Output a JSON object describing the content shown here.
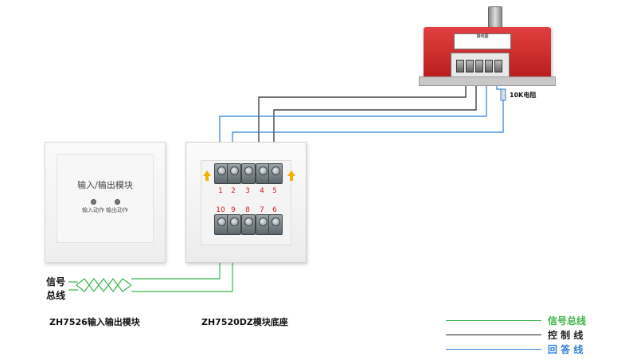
{
  "module": {
    "title": "输入/输出模块",
    "led_input_label": "输入动作",
    "led_output_label": "输出动作",
    "caption": "ZH7526输入输出模块"
  },
  "base": {
    "top_terminals": [
      "1",
      "2",
      "3",
      "4",
      "5"
    ],
    "bottom_terminals": [
      "10",
      "9",
      "8",
      "7",
      "6"
    ],
    "caption": "ZH7520DZ模块底座"
  },
  "detector": {
    "panel_title": "接线图",
    "resistor_label": "10K电阻"
  },
  "signal_bus_label": [
    "信号",
    "总线"
  ],
  "legend": [
    {
      "label": "信号总线",
      "color": "#39b54a"
    },
    {
      "label": "控 制 线",
      "color": "#222222"
    },
    {
      "label": "回 答 线",
      "color": "#2e7fd6"
    }
  ],
  "colors": {
    "signal_wire": "#39b54a",
    "control_wire": "#222222",
    "answer_wire": "#2e7fd6"
  }
}
